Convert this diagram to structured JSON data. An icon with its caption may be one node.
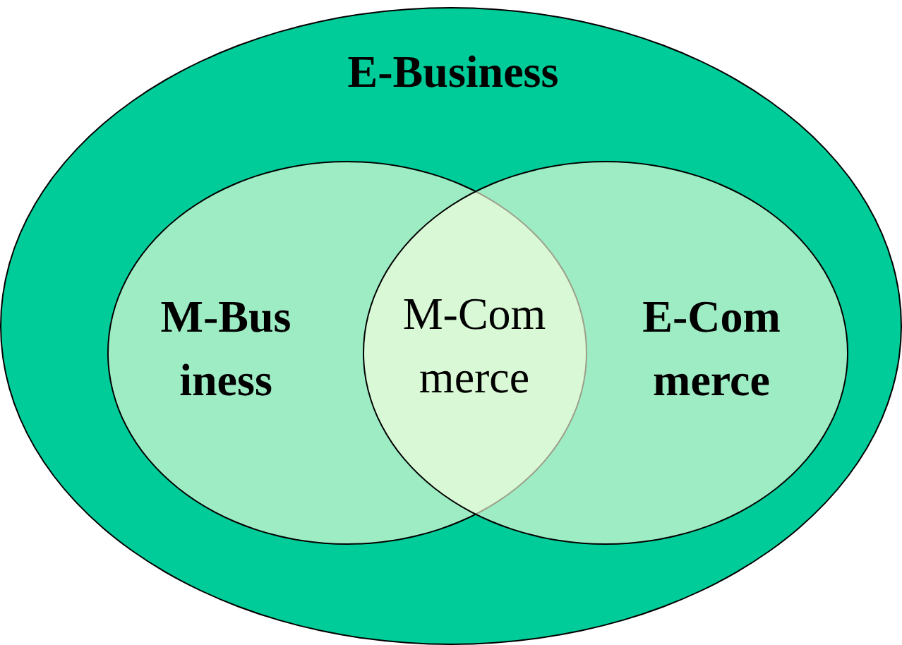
{
  "diagram": {
    "nodes": [
      {
        "text": [
          "E-Business"
        ]
      },
      {
        "text": [
          "M-Bus iness"
        ],
        "in": 0
      },
      {
        "text": [
          "E-Com merce"
        ],
        "in": 0
      },
      {
        "text": [
          "M-Com merce"
        ]
      }
    ]
  }
}
